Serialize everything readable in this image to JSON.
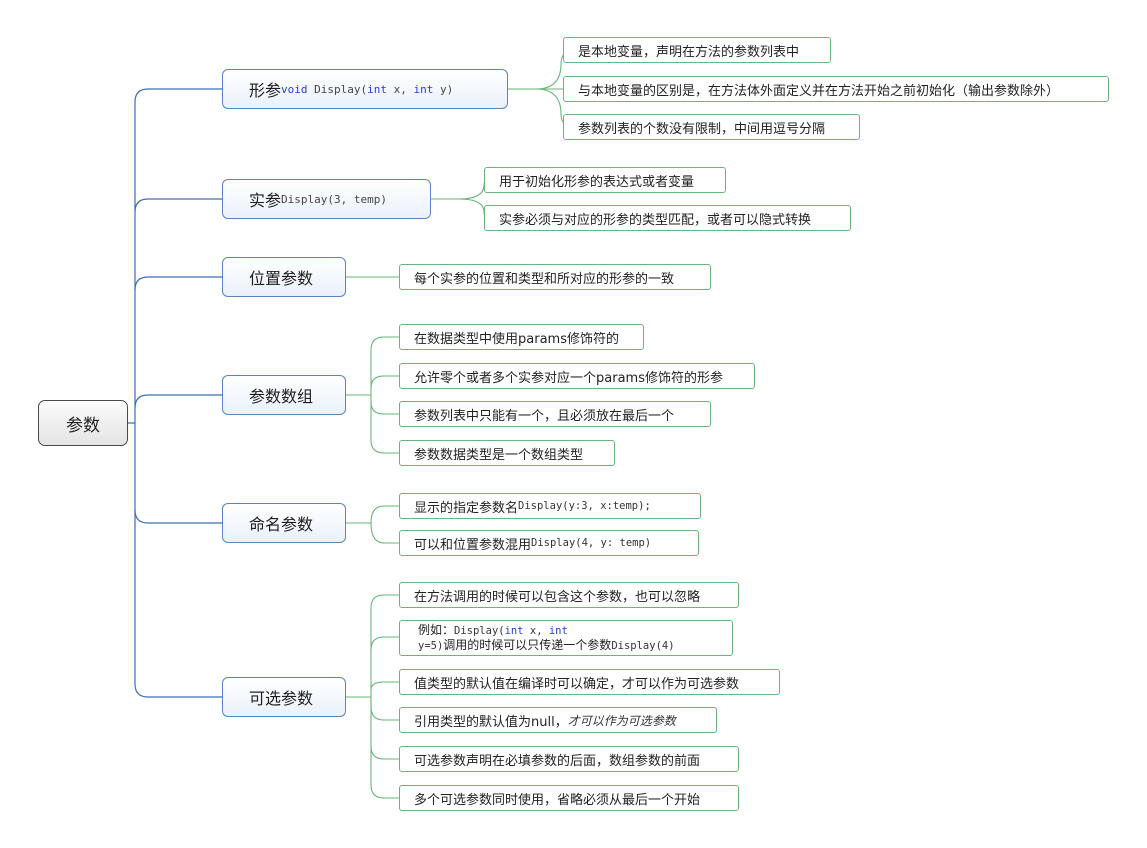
{
  "root": {
    "label": "参数"
  },
  "branches": [
    {
      "label": "形参",
      "code": {
        "kw1": "void",
        "t1": " Display(",
        "kw2": "int",
        "t2": " x, ",
        "kw3": "int",
        "t3": " y)"
      },
      "leaves": [
        "是本地变量，声明在方法的参数列表中",
        "与本地变量的区别是，在方法体外面定义并在方法开始之前初始化（输出参数除外）",
        "参数列表的个数没有限制，中间用逗号分隔"
      ]
    },
    {
      "label": "实参",
      "code": "Display(3, temp)",
      "leaves": [
        "用于初始化形参的表达式或者变量",
        "实参必须与对应的形参的类型匹配，或者可以隐式转换"
      ]
    },
    {
      "label": "位置参数",
      "leaves": [
        "每个实参的位置和类型和所对应的形参的一致"
      ]
    },
    {
      "label": "参数数组",
      "leaves": [
        "在数据类型中使用params修饰符的",
        "允许零个或者多个实参对应一个params修饰符的形参",
        "参数列表中只能有一个，且必须放在最后一个",
        "参数数据类型是一个数组类型"
      ]
    },
    {
      "label": "命名参数",
      "leaves": [
        {
          "text": "显示的指定参数名",
          "code": "Display(y:3, x:temp);"
        },
        {
          "text": "可以和位置参数混用",
          "code": "Display(4, y: temp)"
        }
      ]
    },
    {
      "label": "可选参数",
      "leaves": [
        "在方法调用的时候可以包含这个参数，也可以忽略",
        {
          "line1_prefix": "例如：",
          "line1_code": "Display(",
          "line1_kw1": "int",
          "line1_mid": " x, ",
          "line1_kw2": "int",
          "line2_code": "y=5)",
          "line2_text": "调用的时候可以只传递一个参数",
          "line2_code2": "Display(4)"
        },
        "值类型的默认值在编译时可以确定，才可以作为可选参数",
        {
          "text": "引用类型的默认值为null，",
          "italic": "才可以作为可选参数"
        },
        "可选参数声明在必填参数的后面，数组参数的前面",
        "多个可选参数同时使用，省略必须从最后一个开始"
      ]
    }
  ],
  "colors": {
    "branch_line": "#3f6fb5",
    "leaf_line": "#6ab67a",
    "branch_border": "#5b85bd",
    "leaf_border": "#6ab67a",
    "keyword": "#2b3fc7"
  }
}
